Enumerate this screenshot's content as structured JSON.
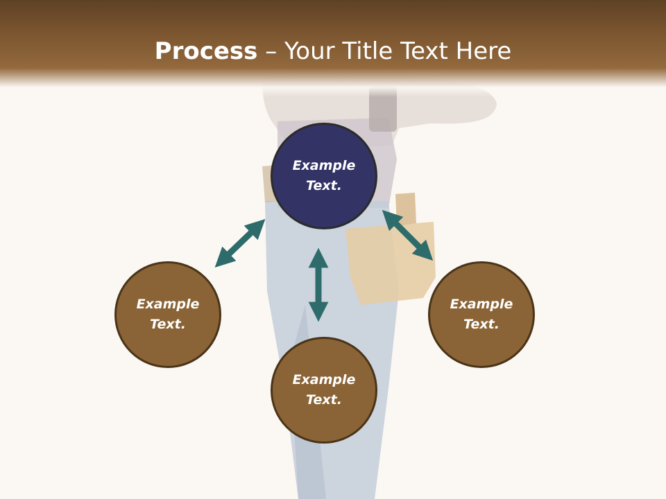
{
  "slide": {
    "title_bold": "Process",
    "title_separator": " – ",
    "title_rest": "Your Title Text Here"
  },
  "nodes": {
    "center": {
      "label": "Example Text."
    },
    "left": {
      "label": "Example Text."
    },
    "bottom": {
      "label": "Example Text."
    },
    "right": {
      "label": "Example Text."
    }
  },
  "colors": {
    "header": "#7c5630",
    "center_node": "#333366",
    "outer_node": "#8a6436",
    "arrow": "#2e6b6b",
    "background": "#fbf7f3"
  }
}
